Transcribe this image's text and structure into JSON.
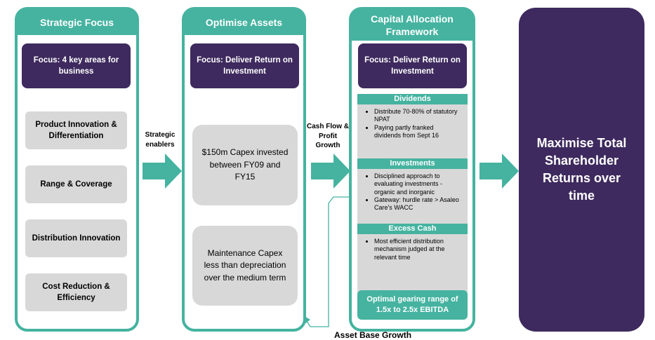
{
  "strategic": {
    "title": "Strategic Focus",
    "focus": "Focus: 4 key areas for business",
    "items": [
      "Product Innovation & Differentiation",
      "Range & Coverage",
      "Distribution Innovation",
      "Cost Reduction & Efficiency"
    ]
  },
  "arrow1_label": "Strategic enablers",
  "optimise": {
    "title": "Optimise Assets",
    "focus": "Focus: Deliver Return on Investment",
    "items": [
      "$150m Capex invested between FY09 and FY15",
      "Maintenance Capex less than depreciation over the medium term"
    ]
  },
  "arrow2_label": "Cash Flow & Profit Growth",
  "capital": {
    "title": "Capital Allocation Framework",
    "focus": "Focus: Deliver Return on Investment",
    "dividends": {
      "title": "Dividends",
      "bullets": [
        "Distribute 70-80% of statutory NPAT",
        "Paying partly franked dividends from Sept 16"
      ]
    },
    "investments": {
      "title": "Investments",
      "bullets": [
        "Disciplined approach to evaluating investments - organic and inorganic",
        "Gateway: hurdle rate > Asaleo Care's WACC"
      ]
    },
    "excess": {
      "title": "Excess Cash",
      "bullets": [
        "Most efficient distribution mechanism judged at the relevant time"
      ]
    },
    "gearing": "Optimal gearing range of 1.5x to 2.5x EBITDA"
  },
  "feedback_label": "Asset Base Growth",
  "final": "Maximise Total Shareholder Returns over time",
  "colors": {
    "teal": "#45b3a0",
    "purple": "#3e2a5e",
    "grey": "#d9d8d8"
  }
}
